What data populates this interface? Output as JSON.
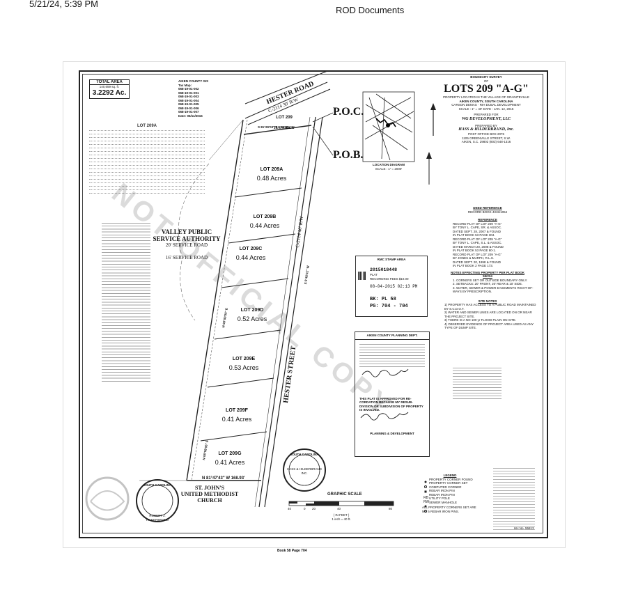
{
  "header": {
    "timestamp": "5/21/24, 5:39 PM",
    "doc_title": "ROD Documents"
  },
  "footer": {
    "book_page": "Book 58  Page 704"
  },
  "plat": {
    "total_area_label": "TOTAL AREA",
    "total_area_sub": "140,659 sq. ft.",
    "total_area_value": "3.2292 Ac.",
    "title_caption": "BOUNDARY SURVEY",
    "title_of": "OF",
    "title_lots": "LOTS 209 \"A-G\"",
    "title_location_1": "PROPERTY LOCATED IN THE VILLAGE OF GRANITEVILLE",
    "title_location_2": "AIKEN COUNTY, SOUTH CAROLINA",
    "title_detail_1": "CARSON DEMAS · RIH DUBAL DEVELOPMENT",
    "title_detail_2": "SCALE : 1\" = 40'   DATE : JAN. 12, 2015",
    "prepared_for_label": "PREPARED FOR",
    "prepared_for": "WG DEVELOPMENT, LLC",
    "prepared_by_label": "PREPARED BY",
    "prepared_by": "HASS & HILDERBRAND, Inc.",
    "prepared_by_address_1": "POST OFFICE BOX 2076",
    "prepared_by_address_2": "1105 GREENVILLE STREET, S.W.",
    "prepared_by_address_3": "AIKEN, S.C. 29802  (803) 648-1316",
    "deed_reference_label": "DEED REFERENCE",
    "deed_reference": "RECORD BOOK 4315/1054",
    "reference_label": "REFERENCE",
    "reference_lines": [
      "RECORD PLAT OF LOT 209 \"A-G\"",
      "BY TONY L. CAPE, SR. & ASSOC.",
      "DATED SEPT. 28, 2007 & FOUND",
      "IN PLAT BOOK 53 PAGE 304.",
      "RECORD PLAT OF LOT 209 \"A-G\"",
      "BY TONY L. CAPE, S.L. & ASSOC.",
      "DATED MARCH 20, 2008 & FOUND",
      "IN PLAT BOOK 53 PAGE 80-1.",
      "RECORD PLAT OF LOT 209 \"A-G\"",
      "BY JONES & MURPH, R.L.S.",
      "DATED SEPT. 20, 1998 & FOUND",
      "IN PLAT BOOK 2 PAGE 173."
    ],
    "notes_label": "NOTES EFFECTING PROPERTY PER PLAT BOOK 55/224",
    "notes_lines": [
      "1. CORNERS SET OR OUTSIDE BOUNDARY ONLY.",
      "2. SETBACKS: 20' FRONT, 20' REAR & 10' SIDE.",
      "3. WATER, SEWER & POWER EASEMENTS RIGHT-OF-WAYS BY PRESCRIPTION."
    ],
    "site_notes_label": "SITE NOTES",
    "site_notes_lines": [
      "1) PROPERTY HAS ACCESS TO A PUBLIC ROAD MAINTAINED BY S.C.D.O.T.",
      "2) WATER AND SEWER LINES ARE LOCATED ON OR NEAR THE PROJECT SITE.",
      "3) THERE IS A NO 100 yr FLOOD PLAIN ON SITE.",
      "4) OBSERVED EVIDENCE OF PROJECT AREA USED AS ANY TYPE OF DUMP SITE."
    ],
    "location_diagram_label": "LOCATION DIAGRAM",
    "location_diagram_scale": "SCALE : 1\" = 2000'",
    "grantor_block": {
      "heading": "AIKEN COUNTY GIS",
      "tax_map_label": "Tax Map:",
      "tax_map_lines": [
        "068-19-01-002",
        "068-19-01-001",
        "068-19-01-003",
        "068-19-01-004",
        "068-19-01-005",
        "068-19-01-006",
        "068-19-01-007"
      ],
      "date": "Date: 06/11/2015"
    },
    "road_north": "HESTER ROAD",
    "road_north_rw": "C-2114   30' R/W",
    "road_east": "HESTER STREET",
    "road_east_rw": "C-2114   40' R/W",
    "poc": "P.O.C.",
    "pob": "P.O.B.",
    "adjoiners": {
      "north_lot": "LOT 209",
      "north_owner": "HANCOCK",
      "west_owner_1": "VALLEY PUBLIC",
      "west_owner_2": "SERVICE AUTHORITY",
      "west_easement_1": "20' SERVICE ROAD",
      "west_easement_2": "16' SERVICE ROAD",
      "south_owner_1": "ST. JOHN'S",
      "south_owner_2": "UNITED METHODIST",
      "south_owner_3": "CHURCH"
    },
    "lots": [
      {
        "name": "LOT 209A",
        "acres": "0.48 Acres"
      },
      {
        "name": "LOT 209B",
        "acres": "0.44 Acres"
      },
      {
        "name": "LOT 209C",
        "acres": "0.44 Acres"
      },
      {
        "name": "LOT 209D",
        "acres": "0.52 Acres"
      },
      {
        "name": "LOT 209E",
        "acres": "0.53 Acres"
      },
      {
        "name": "LOT 209F",
        "acres": "0.41 Acres"
      },
      {
        "name": "LOT 209G",
        "acres": "0.41 Acres"
      }
    ],
    "bearings": {
      "north_line": "S 81°29'03\" E   174.49'",
      "south_line": "N 81°47'43\" W   168.93'",
      "west_line_1": "N 08°00'00\" E",
      "west_line_2": "N 06°59'05\" E",
      "east_line": "S 5°42'01\" W"
    },
    "rmc_stamp": {
      "heading": "RMC STAMP AREA",
      "number": "2015018448",
      "type": "PLAT",
      "fees": "RECORDING FEES   $10.00",
      "filed": "08-04-2015 02:13 PM",
      "book": "BK: PL 58",
      "page": "PG: 704 - 704"
    },
    "planning": {
      "heading": "AIKEN COUNTY PLANNING DEPT.",
      "approved_text": "THIS PLAT IS APPROVED FOR RE-CORDATION BECAUSE MY RESUB-DIVISION OR SUBDIVISION OF PROPERTY IS INVOLVED.",
      "signer_title": "PLANNING & DEVELOPMENT"
    },
    "graphic_scale_label": "GRAPHIC SCALE",
    "graphic_scale_unit": "( IN FEET )",
    "graphic_scale_ratio": "1 inch = 40  ft.",
    "scale_ticks": [
      "40",
      "0",
      "20",
      "40",
      "80"
    ],
    "legend_label": "LEGEND",
    "legend_items": [
      "PROPERTY CORNER FOUND",
      "PROPERTY CORNER SET",
      "COMPUTED CORNER",
      "REBAR IRON PIN",
      "REBAR IRON PIN",
      "UTILITY POLE",
      "SEWER MANHOLE",
      "ALL PROPERTY CORNERS SET ARE No. 5 REBAR IRON PINS."
    ],
    "seal_left": "SOUTH CAROLINA",
    "seal_right": "SOUTH CAROLINA",
    "seal_left_name": "ROBERT J. HILDERBRAND",
    "seal_right_name": "HASS & HILDERBRAND INC.",
    "watermark": "NOT OFFICIAL COPY",
    "job_no": "HH No. 55813"
  }
}
